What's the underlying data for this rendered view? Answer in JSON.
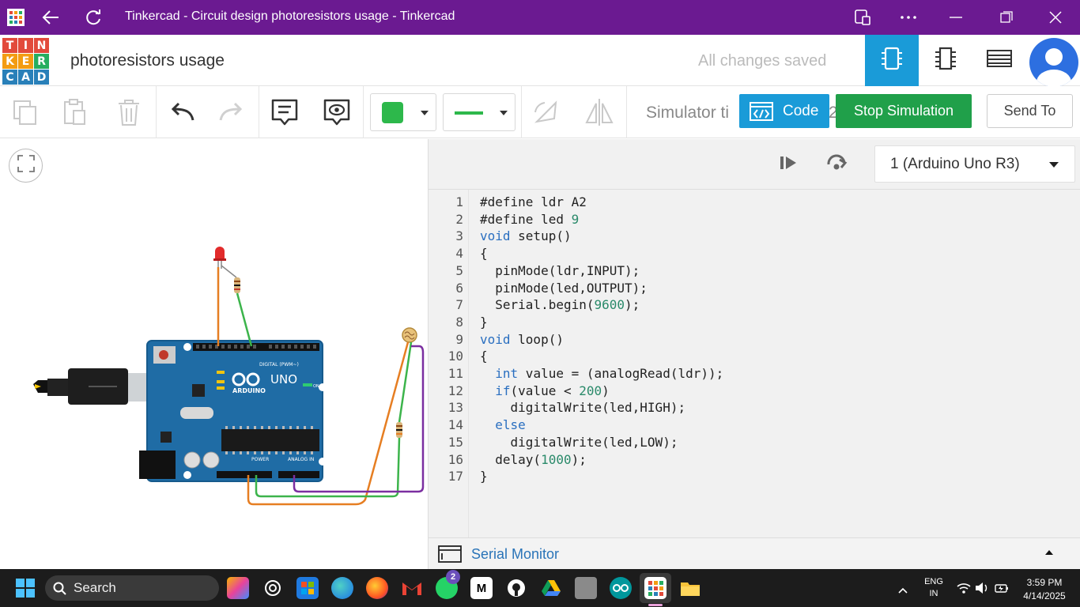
{
  "window": {
    "title": "Tinkercad - Circuit design photoresistors usage - Tinkercad"
  },
  "header": {
    "logo": [
      "T",
      "I",
      "N",
      "K",
      "E",
      "R",
      "C",
      "A",
      "D"
    ],
    "project_title": "photoresistors usage",
    "save_status": "All changes saved"
  },
  "toolbar": {
    "simulator_time_label": "Simulator ti",
    "simulator_time_tail": "2",
    "code_label": "Code",
    "stop_label": "Stop Simulation",
    "send_label": "Send To",
    "fill_color": "#2db84b",
    "line_color": "#2db84b"
  },
  "code_panel": {
    "device": "1 (Arduino Uno R3)",
    "serial_monitor_label": "Serial Monitor",
    "lines": [
      {
        "n": "1",
        "code": "#define ldr A2"
      },
      {
        "n": "2",
        "code": "#define led 9"
      },
      {
        "n": "3",
        "code": "void setup()"
      },
      {
        "n": "4",
        "code": "{"
      },
      {
        "n": "5",
        "code": "  pinMode(ldr,INPUT);"
      },
      {
        "n": "6",
        "code": "  pinMode(led,OUTPUT);"
      },
      {
        "n": "7",
        "code": "  Serial.begin(9600);"
      },
      {
        "n": "8",
        "code": "}"
      },
      {
        "n": "9",
        "code": "void loop()"
      },
      {
        "n": "10",
        "code": "{"
      },
      {
        "n": "11",
        "code": "  int value = (analogRead(ldr));"
      },
      {
        "n": "12",
        "code": "  if(value < 200)"
      },
      {
        "n": "13",
        "code": "    digitalWrite(led,HIGH);"
      },
      {
        "n": "14",
        "code": "  else"
      },
      {
        "n": "15",
        "code": "    digitalWrite(led,LOW);"
      },
      {
        "n": "16",
        "code": "  delay(1000);"
      },
      {
        "n": "17",
        "code": "}"
      }
    ]
  },
  "board": {
    "brand": "ARDUINO",
    "model": "UNO",
    "digital_label": "DIGITAL (PWM~)",
    "power_label": "POWER",
    "analog_label": "ANALOG IN",
    "on_label": "ON"
  },
  "taskbar": {
    "search_label": "Search",
    "whatsapp_badge": "2",
    "lang_line1": "ENG",
    "lang_line2": "IN",
    "time": "3:59 PM",
    "date": "4/14/2025"
  }
}
